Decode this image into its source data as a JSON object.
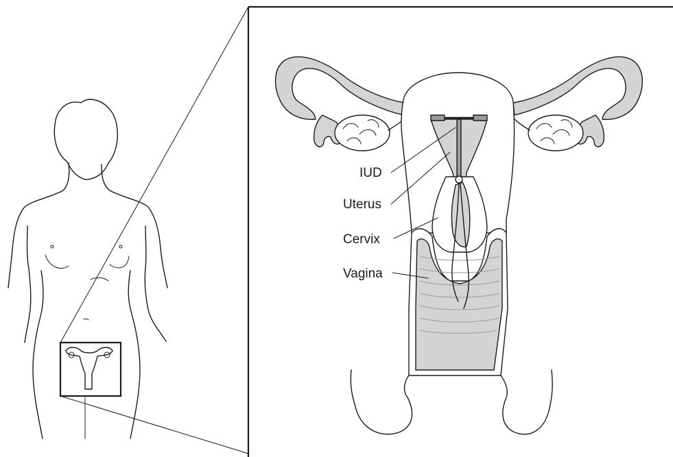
{
  "labels": {
    "iud": "IUD",
    "uterus": "Uterus",
    "cervix": "Cervix",
    "vagina": "Vagina"
  },
  "colors": {
    "tissue": "#d4d4d4",
    "outline": "#1a1a1a",
    "background": "#ffffff"
  }
}
